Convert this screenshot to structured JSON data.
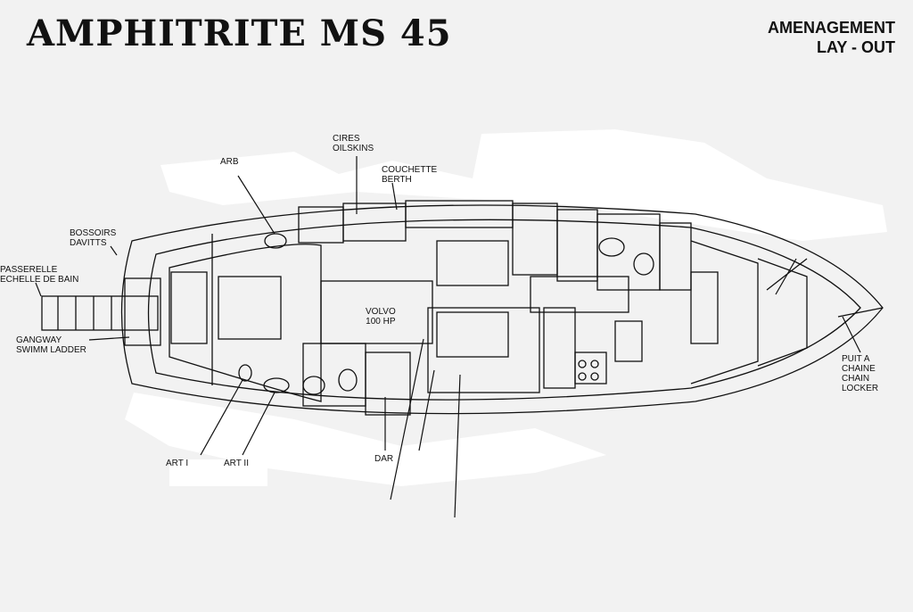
{
  "title": "AMPHITRITE MS 45",
  "subtitle": [
    "AMENAGEMENT",
    "LAY - OUT"
  ],
  "labels": {
    "cires": [
      "CIRES",
      "OILSKINS"
    ],
    "couchette": [
      "COUCHETTE",
      "BERTH"
    ],
    "arb": [
      "ARB"
    ],
    "bossoirs": [
      "BOSSOIRS",
      "DAVITTS"
    ],
    "passerelle": [
      "PASSERELLE",
      "ECHELLE DE BAIN"
    ],
    "gangway": [
      "GANGWAY",
      "SWIMM LADDER"
    ],
    "volvo": [
      "VOLVO",
      "100 HP"
    ],
    "art1": [
      "ART I"
    ],
    "art2": [
      "ART II"
    ],
    "dar": [
      "DAR"
    ],
    "puit": [
      "PUIT A",
      "CHAINE",
      "CHAIN",
      "LOCKER"
    ]
  },
  "colors": {
    "ink": "#111111",
    "paper": "#f2f2f2",
    "whiteout": "#ffffff"
  }
}
